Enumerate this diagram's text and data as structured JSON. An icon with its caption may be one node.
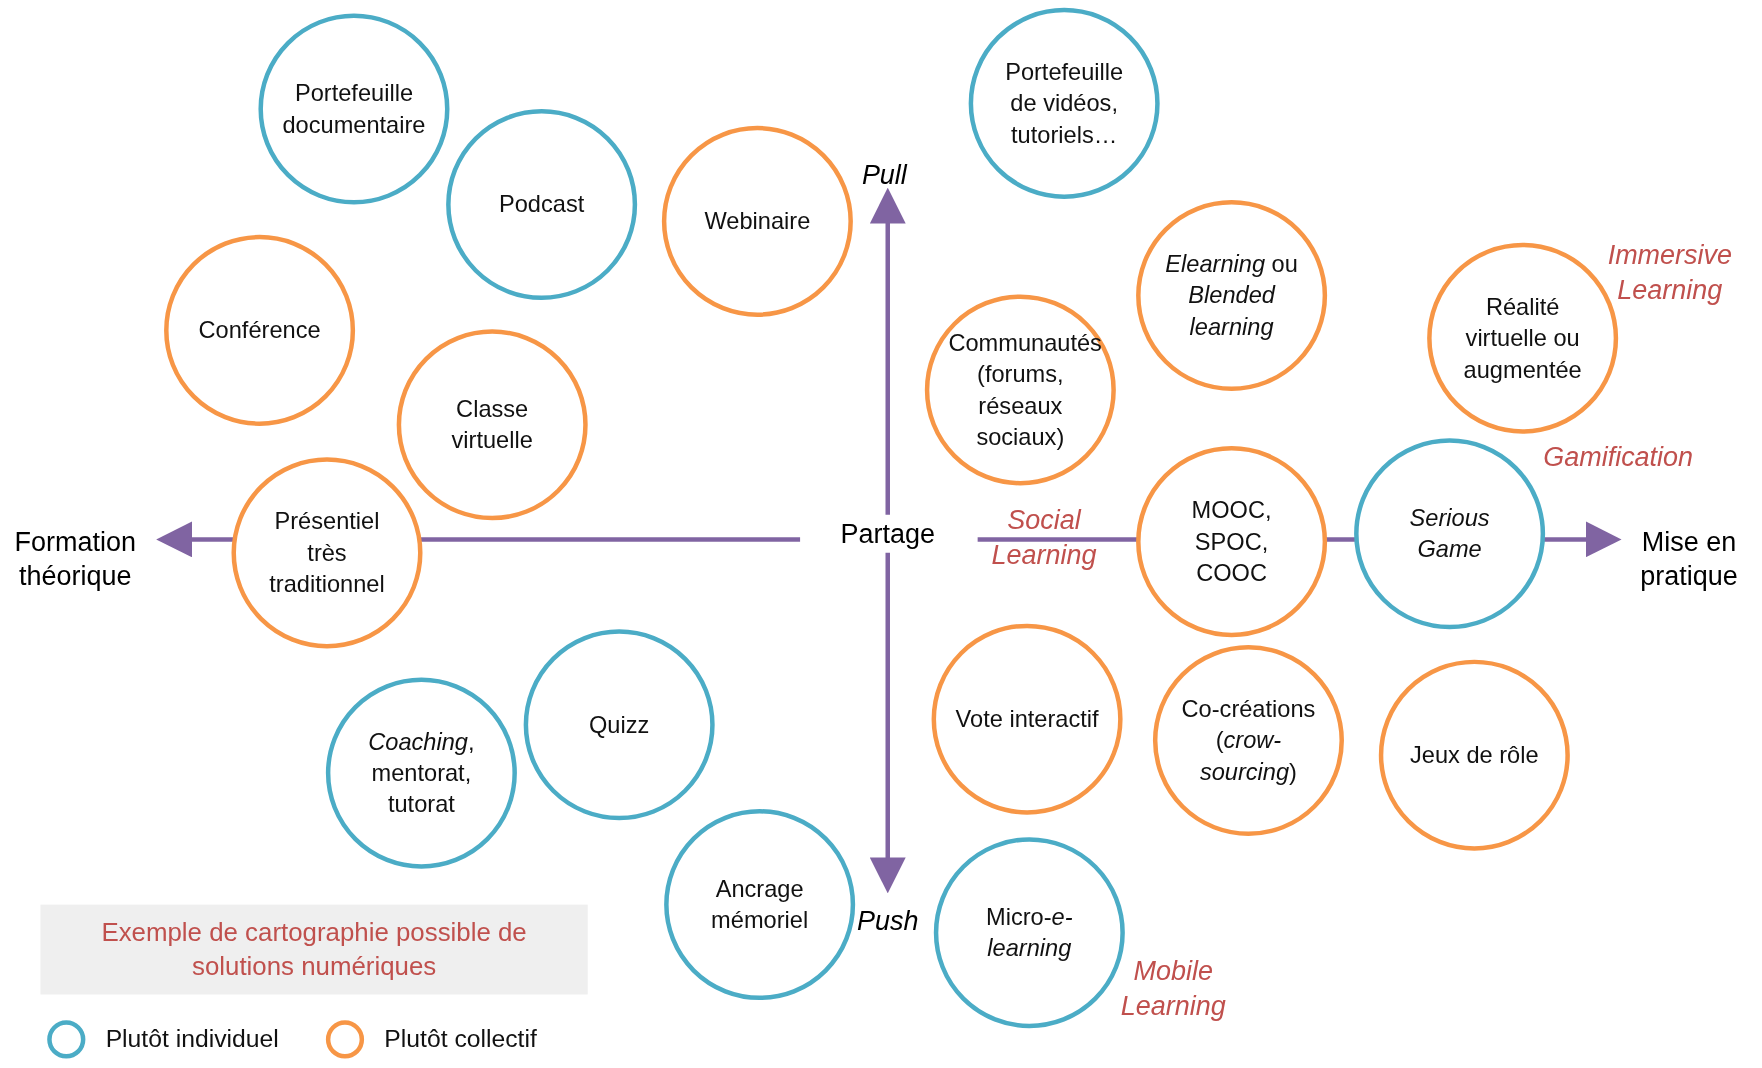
{
  "diagram": {
    "nodes": [
      {
        "text": [
          "Portefeuille documentaire"
        ]
      },
      {
        "text": [
          "Podcast"
        ]
      },
      {
        "text": [
          "Webinaire"
        ]
      },
      {
        "text": [
          "Portefeuille de vidéos, tutoriels…"
        ]
      },
      {
        "text": [
          "Conférence"
        ]
      },
      {
        "text": [
          "*Elearning* ou *Blended learning*"
        ]
      },
      {
        "text": [
          "Réalité virtuelle ou augmentée"
        ]
      },
      {
        "text": [
          "Communautés (forums, réseaux sociaux)"
        ]
      },
      {
        "text": [
          "Classe virtuelle"
        ]
      },
      {
        "text": [
          "Présentiel très traditionnel"
        ]
      },
      {
        "text": [
          "MOOC, SPOC, COOC"
        ]
      },
      {
        "text": [
          "Serious Game"
        ]
      },
      {
        "text": [
          "Quizz"
        ]
      },
      {
        "text": [
          "*Coaching*, mentorat, tutorat"
        ]
      },
      {
        "text": [
          "Vote interactif"
        ]
      },
      {
        "text": [
          "Co-créations (*crow-sourcing*)"
        ]
      },
      {
        "text": [
          "Jeux de rôle"
        ]
      },
      {
        "text": [
          "Ancrage mémoriel"
        ]
      },
      {
        "text": [
          "Micro-*e-learning*"
        ]
      }
    ],
    "edges": [],
    "labels": [
      "Immersive Learning",
      "Pull",
      "Gamification",
      "Formation théorique",
      "Partage",
      "Social Learning",
      "Mise en pratique",
      "Push",
      "Mobile Learning",
      "Exemple de cartographie possible de solutions numériques"
    ],
    "legend": [
      {
        "text": "Plutôt individuel",
        "color": "#4bacc6"
      },
      {
        "text": "Plutôt collectif",
        "color": "#f79646"
      }
    ]
  }
}
